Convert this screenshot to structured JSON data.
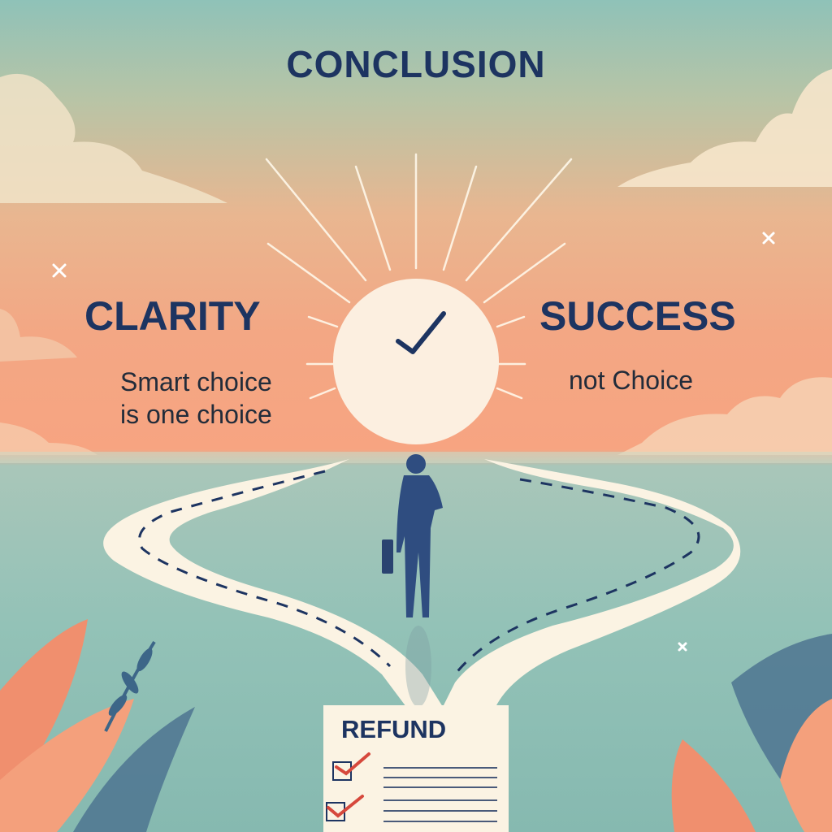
{
  "title": "CONCLUSION",
  "left_heading": "CLARITY",
  "left_caption_line1": "Smart choice",
  "left_caption_line2": "is one choice",
  "right_heading": "SUCCESS",
  "right_caption": "not Choice",
  "document_title": "REFUND",
  "colors": {
    "navy": "#1d3461",
    "peach": "#f3a784",
    "teal": "#8fc2b8",
    "cream": "#fbf3e3",
    "check_red": "#d6483c"
  }
}
